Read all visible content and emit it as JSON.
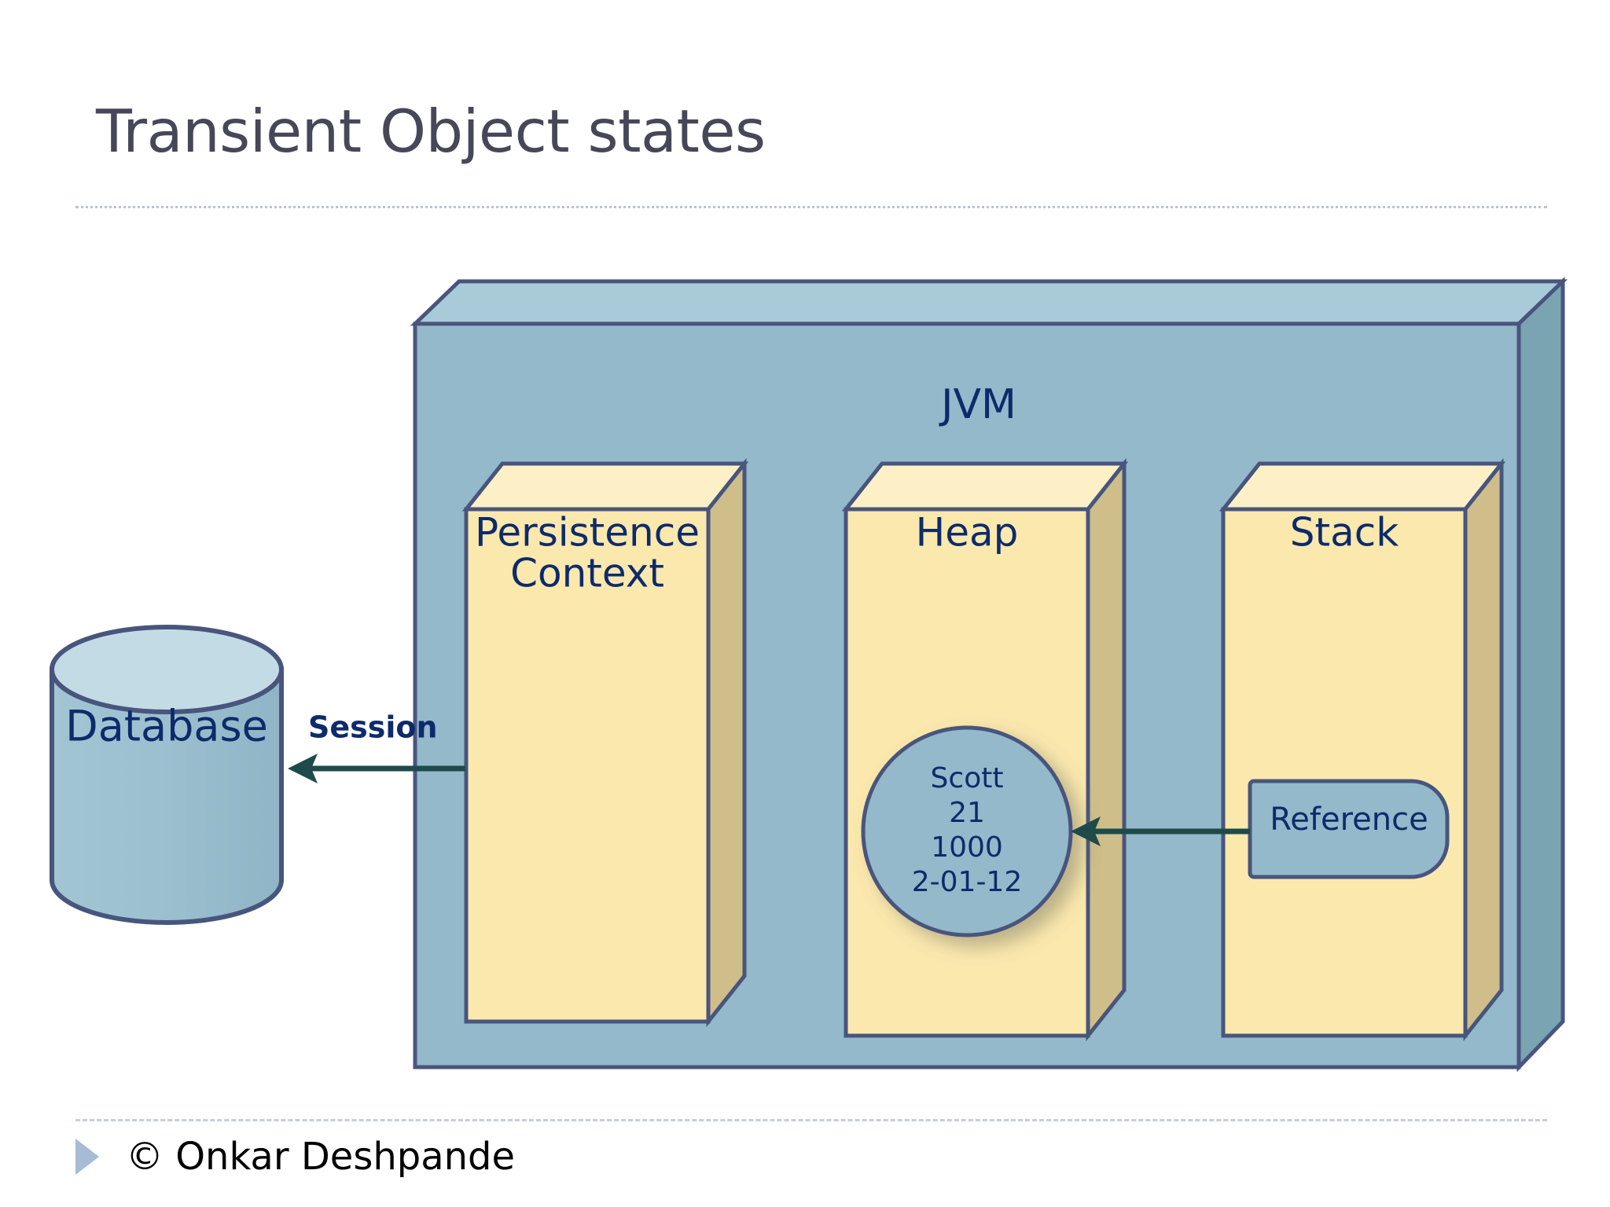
{
  "slide": {
    "title": "Transient Object states",
    "footer": {
      "bullet_icon": "triangle-right-icon",
      "text": "© Onkar Deshpande"
    }
  },
  "diagram": {
    "type": "architecture-diagram",
    "colors": {
      "jvm_front": "#93b9ca",
      "jvm_top": "#a9cbd9",
      "jvm_side": "#7ba4b3",
      "box_front": "#fbe8ad",
      "box_top": "#fdf0c6",
      "box_side": "#cfbe8a",
      "object_fill": "#93b9ca",
      "outline": "#48557c",
      "arrow": "#1f4a4a",
      "text_navy": "#0d2b6b",
      "title_gray": "#464758",
      "rule_blue": "#b9c4d6",
      "footer_bullet": "#a7bcd4"
    },
    "jvm": {
      "label": "JVM",
      "shape": "3d-box"
    },
    "database": {
      "label": "Database",
      "shape": "cylinder"
    },
    "memory_areas": [
      {
        "name": "persistence-context",
        "label": "Persistence\nContext",
        "line1": "Persistence",
        "line2": "Context"
      },
      {
        "name": "heap",
        "label": "Heap"
      },
      {
        "name": "stack",
        "label": "Stack"
      }
    ],
    "object_instance": {
      "name": "scott-object",
      "shape": "circle",
      "lines": [
        "Scott",
        "21",
        "1000",
        "2-01-12"
      ]
    },
    "reference": {
      "label": "Reference",
      "shape": "rounded-rect"
    },
    "connectors": [
      {
        "name": "session-arrow",
        "label": "Session",
        "from": "persistence-context",
        "to": "database",
        "direction": "left"
      },
      {
        "name": "reference-arrow",
        "label": "",
        "from": "reference",
        "to": "scott-object",
        "direction": "left"
      }
    ]
  }
}
